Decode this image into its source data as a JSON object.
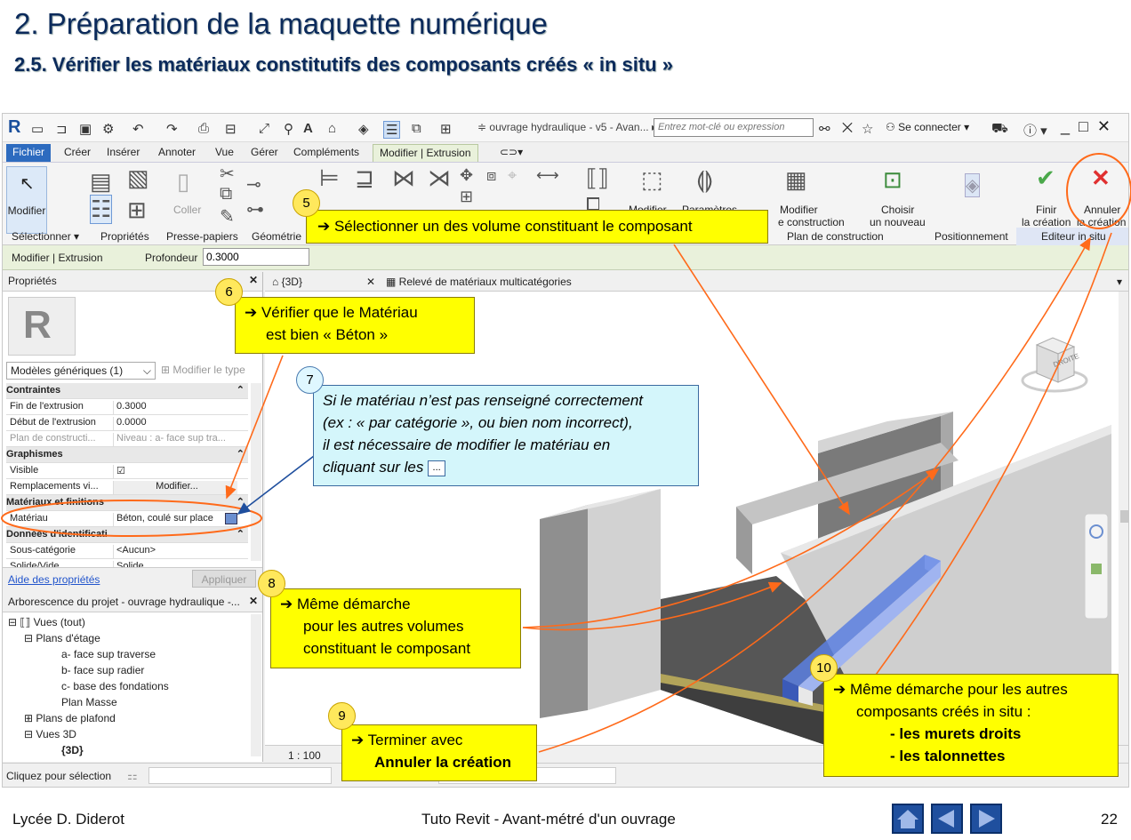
{
  "slide": {
    "title": "2. Préparation de la maquette numérique",
    "subtitle": "2.5. Vérifier les matériaux constitutifs des composants créés « in situ »"
  },
  "window": {
    "doc_title": "ouvrage hydraulique - v5 - Avan...",
    "search_placeholder": "Entrez mot-clé ou expression",
    "connect_label": "Se connecter"
  },
  "ribbon": {
    "tabs": [
      "Fichier",
      "Créer",
      "Insérer",
      "Annoter",
      "Vue",
      "Gérer",
      "Compléments",
      "Modifier | Extrusion"
    ],
    "buttons": {
      "modifier": "Modifier",
      "coller": "Coller",
      "modifier_plan_1": "Modifier",
      "parametres": "Paramètres",
      "modifier_plan_2a": "Modifier",
      "modifier_plan_2b": "e construction",
      "choisir_a": "Choisir",
      "choisir_b": "un nouveau",
      "finir_a": "Finir",
      "finir_b": "la création",
      "annuler_a": "Annuler",
      "annuler_b": "la création"
    },
    "groups": {
      "selectionner": "Sélectionner ▾",
      "proprietes": "Propriétés",
      "presse_papiers": "Presse-papiers",
      "geometrie": "Géométrie",
      "plan_construction": "Plan de construction",
      "positionnement": "Positionnement",
      "editeur": "Editeur in situ"
    }
  },
  "options_bar": {
    "context": "Modifier | Extrusion",
    "depth_label": "Profondeur",
    "depth_value": "0.3000"
  },
  "properties": {
    "header": "Propriétés",
    "type_selector": "Modèles génériques (1)",
    "edit_type": "Modifier le type",
    "sections": {
      "contraintes": "Contraintes",
      "graphismes": "Graphismes",
      "materiaux": "Matériaux et finitions",
      "identification": "Données d'identification"
    },
    "rows": {
      "fin_k": "Fin de l'extrusion",
      "fin_v": "0.3000",
      "debut_k": "Début de l'extrusion",
      "debut_v": "0.0000",
      "plan_k": "Plan de constructi...",
      "plan_v": "Niveau : a- face sup tra...",
      "visible_k": "Visible",
      "visible_v": "☑",
      "rempl_k": "Remplacements vi...",
      "rempl_v": "Modifier...",
      "mat_k": "Matériau",
      "mat_v": "Béton, coulé sur place",
      "sous_k": "Sous-catégorie",
      "sous_v": "<Aucun>",
      "solide_k": "Solide/Vide",
      "solide_v": "Solide"
    },
    "help_link": "Aide des propriétés",
    "apply": "Appliquer"
  },
  "browser": {
    "header": "Arborescence du projet - ouvrage hydraulique -...",
    "items": [
      "Vues (tout)",
      "Plans d'étage",
      "a- face sup traverse",
      "b- face sup radier",
      "c- base des fondations",
      "Plan Masse",
      "Plans de plafond",
      "Vues 3D",
      "{3D}"
    ]
  },
  "view": {
    "tab_3d": "{3D}",
    "tab_releve": "Relevé de matériaux multicatégories",
    "scale": "1 : 100",
    "viewcube_label": "DROITE"
  },
  "status": {
    "text": "Cliquez pour sélection"
  },
  "callouts": [
    {
      "num": "5",
      "text": "➔ Sélectionner un des volume constituant le composant"
    },
    {
      "num": "6",
      "line1": "➔ Vérifier que le Matériau",
      "line2": "est bien « Béton »"
    },
    {
      "num": "7",
      "line1": "Si le matériau n’est pas renseigné correctement",
      "line2": "(ex : « par catégorie », ou bien nom incorrect),",
      "line3": "il est nécessaire de modifier le matériau en",
      "line4": "cliquant sur les",
      "dots": "..."
    },
    {
      "num": "8",
      "line1": "➔ Même démarche",
      "line2": "pour les autres volumes",
      "line3": "constituant le composant"
    },
    {
      "num": "9",
      "line1": "➔ Terminer avec",
      "line2": "Annuler la création"
    },
    {
      "num": "10",
      "line1": "➔ Même démarche pour les autres",
      "line2": "composants créés in situ :",
      "line3": "- les murets droits",
      "line4": "- les talonnettes"
    }
  ],
  "footer": {
    "school": "Lycée D. Diderot",
    "center": "Tuto Revit - Avant-métré d'un ouvrage",
    "page": "22"
  },
  "colors": {
    "title": "#0b2a5b",
    "callout_yellow": "#ffff00",
    "callout_cyan": "#d4f6fb",
    "arrow_orange": "#ff6a1a",
    "selected_blue": "#5b7fe0",
    "cancel_red": "#e03030",
    "finish_green": "#4aa84a"
  }
}
